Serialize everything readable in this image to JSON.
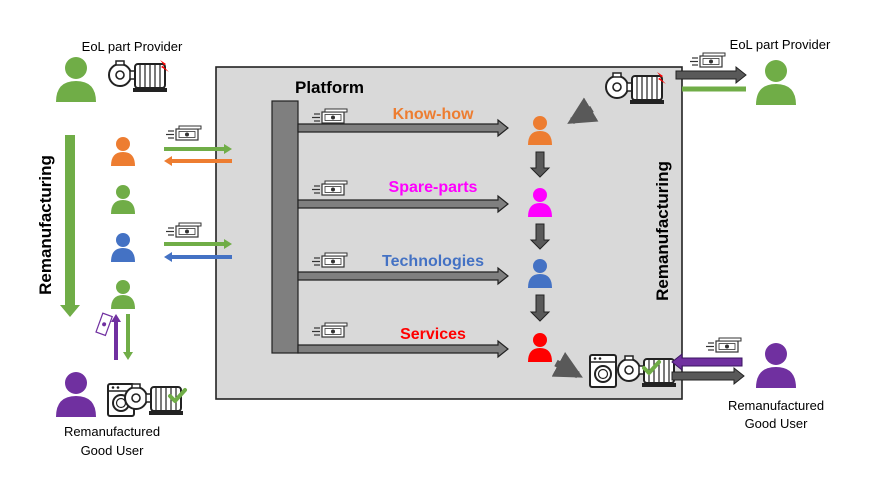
{
  "platform": {
    "title": "Platform"
  },
  "streams": [
    {
      "label": "Know-how",
      "color": "#ED7D31"
    },
    {
      "label": "Spare-parts",
      "color": "#FF00FF"
    },
    {
      "label": "Technologies",
      "color": "#4472C4"
    },
    {
      "label": "Services",
      "color": "#FF0000"
    }
  ],
  "left": {
    "provider_label": "EoL part Provider",
    "process_label": "Remanufacturing",
    "user_label_line1": "Remanufactured",
    "user_label_line2": "Good User",
    "participant_colors": [
      "#ED7D31",
      "#70AD47",
      "#4472C4",
      "#70AD47"
    ]
  },
  "right": {
    "provider_label": "EoL part Provider",
    "process_label": "Remanufacturing",
    "user_label_line1": "Remanufactured",
    "user_label_line2": "Good User"
  },
  "colors": {
    "provider": "#70AD47",
    "user": "#7030A0",
    "platform_bg": "#D9D9D9",
    "platform_bar": "#7F7F7F",
    "flow_arrow": "#595959"
  },
  "icons": [
    "money-icon",
    "person-icon",
    "pump-motor-icon",
    "washing-machine-icon",
    "checkmark-icon"
  ]
}
